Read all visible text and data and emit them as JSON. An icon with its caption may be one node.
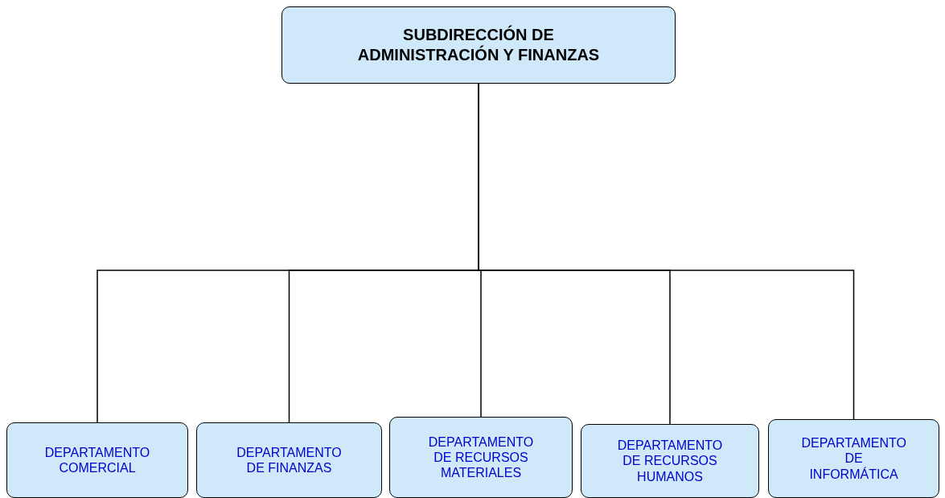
{
  "diagram": {
    "nodes": [
      {
        "text": [
          "SUBDIRECCIÓN DE ADMINISTRACIÓN Y FINANZAS"
        ]
      },
      {
        "text": [
          "DEPARTAMENTO COMERCIAL"
        ]
      },
      {
        "text": [
          "DEPARTAMENTO DE FINANZAS"
        ]
      },
      {
        "text": [
          "DEPARTAMENTO DE RECURSOS MATERIALES"
        ]
      },
      {
        "text": [
          "DEPARTAMENTO DE RECURSOS HUMANOS"
        ]
      },
      {
        "text": [
          "DEPARTAMENTO DE INFORMÁTICA"
        ]
      }
    ],
    "edges": [
      {
        "from": 0,
        "to": 1,
        "arrow": "none"
      },
      {
        "from": 0,
        "to": 2,
        "arrow": "none"
      },
      {
        "from": 0,
        "to": 3,
        "arrow": "none"
      },
      {
        "from": 0,
        "to": 4,
        "arrow": "none"
      },
      {
        "from": 0,
        "to": 5,
        "arrow": "none"
      }
    ]
  }
}
